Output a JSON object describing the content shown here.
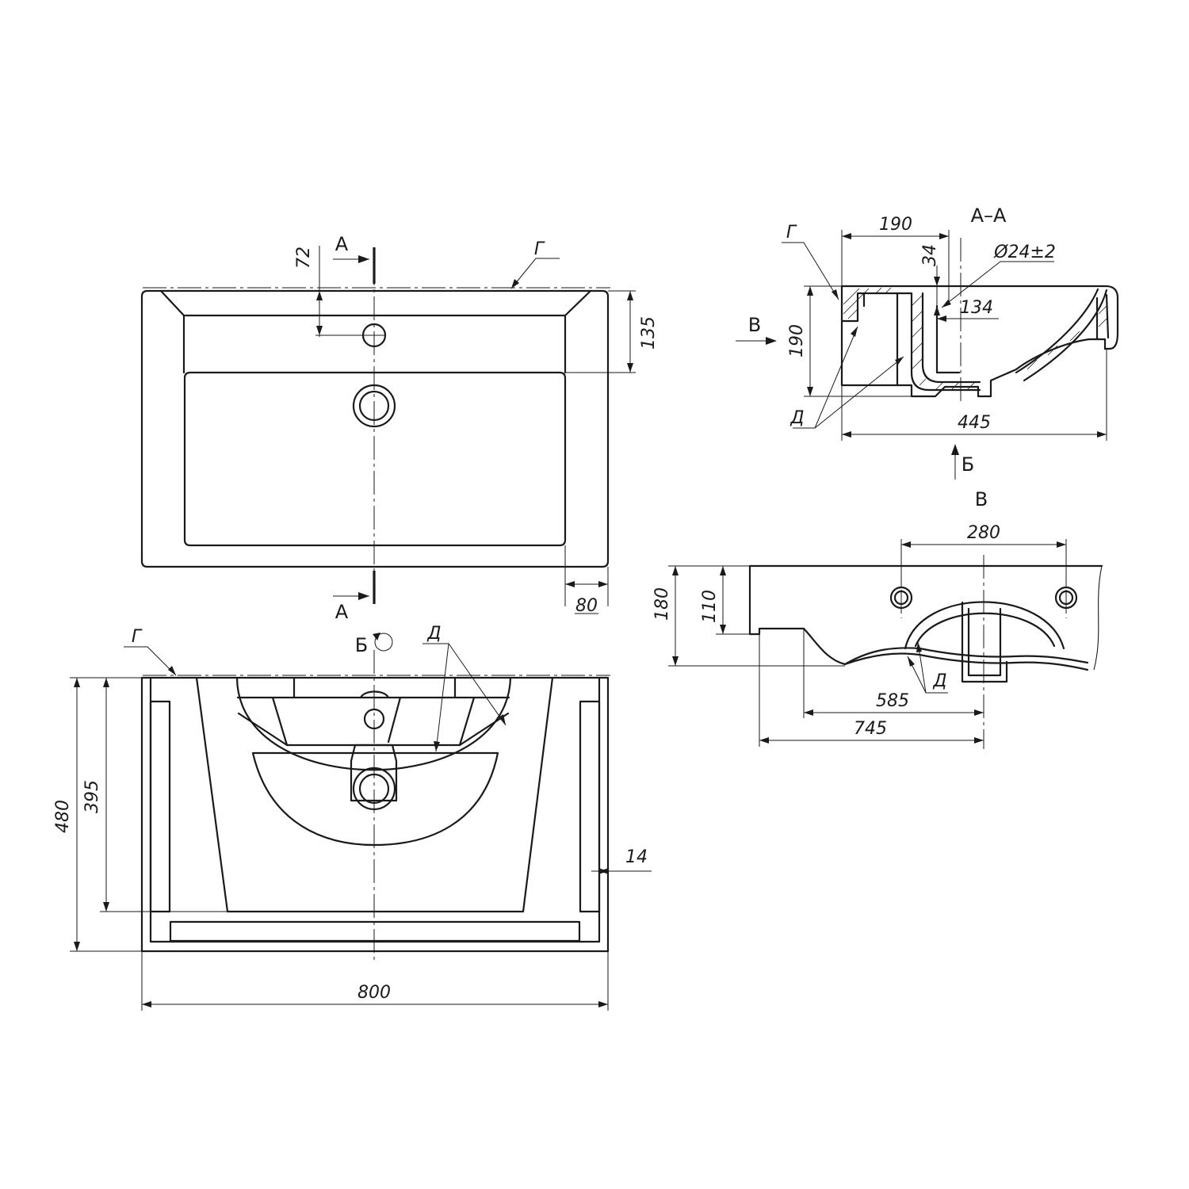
{
  "top_view": {
    "section_mark": "А",
    "dim_72": "72",
    "dim_135": "135",
    "dim_80": "80",
    "leader_g": "Г"
  },
  "bottom_view": {
    "view_mark": "Б",
    "leader_g": "Г",
    "leader_d": "Д",
    "dim_480": "480",
    "dim_395": "395",
    "dim_14": "14",
    "dim_800": "800"
  },
  "section_view": {
    "title": "А–А",
    "dim_190_top": "190",
    "dim_34": "34",
    "dim_diameter": "Ø24±2",
    "dim_134": "134",
    "dim_190_side": "190",
    "dim_445": "445",
    "leader_g": "Г",
    "leader_d": "Д",
    "view_arrow_v": "В",
    "view_arrow_b": "Б"
  },
  "side_view": {
    "title": "В",
    "dim_280": "280",
    "dim_180": "180",
    "dim_110": "110",
    "dim_585": "585",
    "dim_745": "745",
    "leader_d": "Д"
  }
}
